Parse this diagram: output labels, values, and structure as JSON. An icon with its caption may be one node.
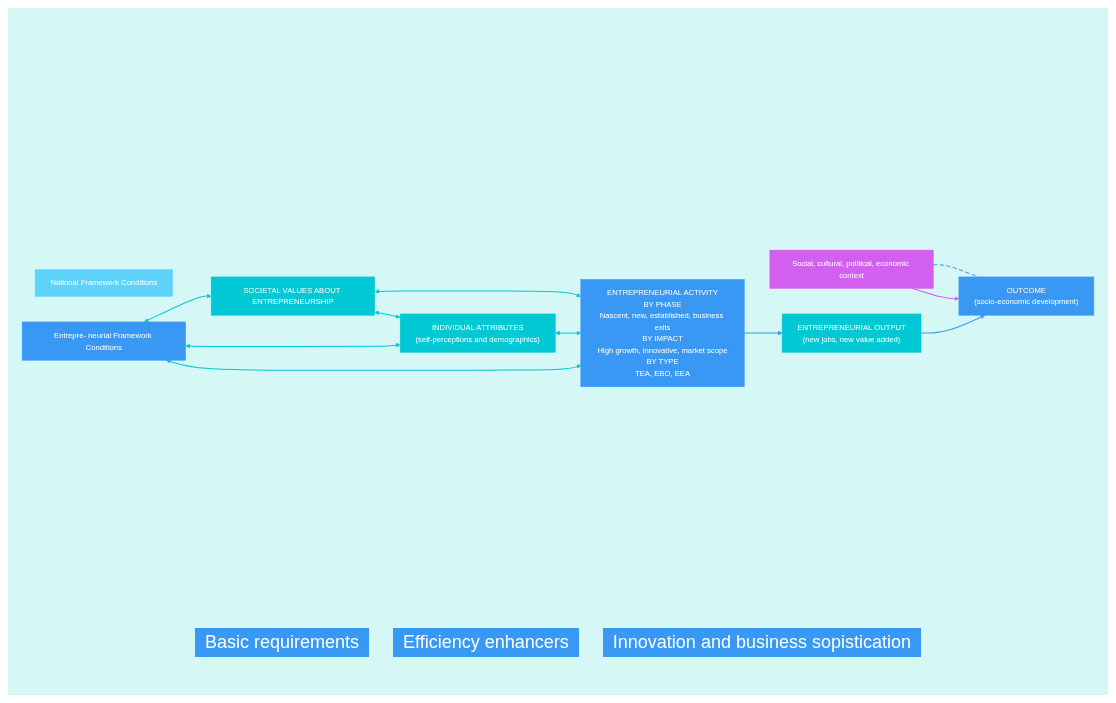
{
  "diagram": {
    "nodes": [
      {
        "text": [
          "Social, cultural, political, economic context"
        ]
      },
      {
        "text": [
          "National Framework Conditions"
        ]
      },
      {
        "text": [
          "Entrepre- neurial Framework Conditions"
        ]
      },
      {
        "text": [
          "OUTCOME",
          "(socio-economic development)"
        ]
      },
      {
        "text": [
          "ENTREPRENEURIAL OUTPUT",
          "(new jobs, new value added)"
        ]
      },
      {
        "text": [
          "SOCIETAL VALUES ABOUT ENTREPRENEURSHIP"
        ]
      },
      {
        "text": [
          "INDIVIDUAL ATTRIBUTES",
          "(self-perceptions and demographics)"
        ]
      },
      {
        "text": [
          "ENTREPRENEURIAL ACTIVITY",
          "BY PHASE",
          "Nascent, new, established, business exits",
          "BY IMPACT",
          "High growth, innovative, market scope",
          "BY TYPE",
          "TEA, EBO, EEA"
        ]
      }
    ],
    "edges": [
      {
        "from": 0,
        "to": 3,
        "arrow": "none",
        "style": "dashed",
        "color": "#3a98f5"
      },
      {
        "from": 0,
        "to": 3,
        "arrow": "to",
        "color": "#d35ff0"
      },
      {
        "from": 7,
        "to": 4,
        "arrow": "to",
        "color": "#3a98f5"
      },
      {
        "from": 4,
        "to": 3,
        "arrow": "to",
        "color": "#3a98f5"
      },
      {
        "from": 2,
        "to": 5,
        "arrow": "both"
      },
      {
        "from": 5,
        "to": 7,
        "arrow": "both"
      },
      {
        "from": 2,
        "to": 6,
        "arrow": "both"
      },
      {
        "from": 6,
        "to": 7,
        "arrow": "both"
      },
      {
        "from": 5,
        "to": 6,
        "arrow": "both"
      },
      {
        "from": 2,
        "to": 7,
        "arrow": "both"
      }
    ],
    "labels": [
      "Basic requirements",
      "Efficiency enhancers",
      "Innovation and business sopistication"
    ]
  }
}
